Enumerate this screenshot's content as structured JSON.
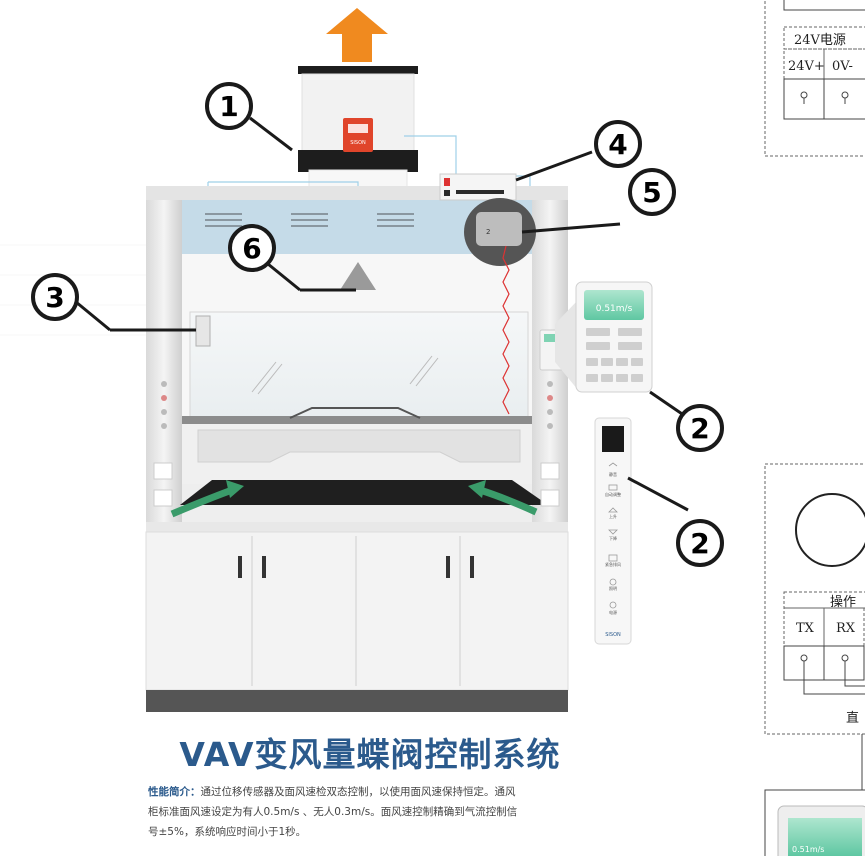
{
  "callouts": [
    "1",
    "4",
    "5",
    "6",
    "3",
    "2",
    "2"
  ],
  "remote": {
    "screen_value": "0.51m/s",
    "button_labels": [
      "静音",
      "自动调整",
      "上升",
      "下降",
      "紧急排风",
      "照明",
      "电源"
    ],
    "brand": "SISON"
  },
  "damper_brand": "SISON",
  "second_screen_value": "0.51m/s",
  "title": "VAV变风量蝶阀控制系统",
  "intro_label": "性能简介：",
  "intro_line1": "通过位移传感器及面风速检双态控制，以使用面风速保持恒定。通风",
  "intro_line2": "柜标准面风速设定为有人0.5m/s 、无人0.3m/s。面风速控制精确到气流控制信",
  "intro_line3": "号±5%，系统响应时间小于1秒。",
  "wiring": {
    "power_header": "24V电源",
    "power_terminals": [
      "24V+",
      "0V-"
    ],
    "ops_header": "操作",
    "ops_terminals": [
      "TX",
      "RX"
    ],
    "bottom_label": "直"
  }
}
